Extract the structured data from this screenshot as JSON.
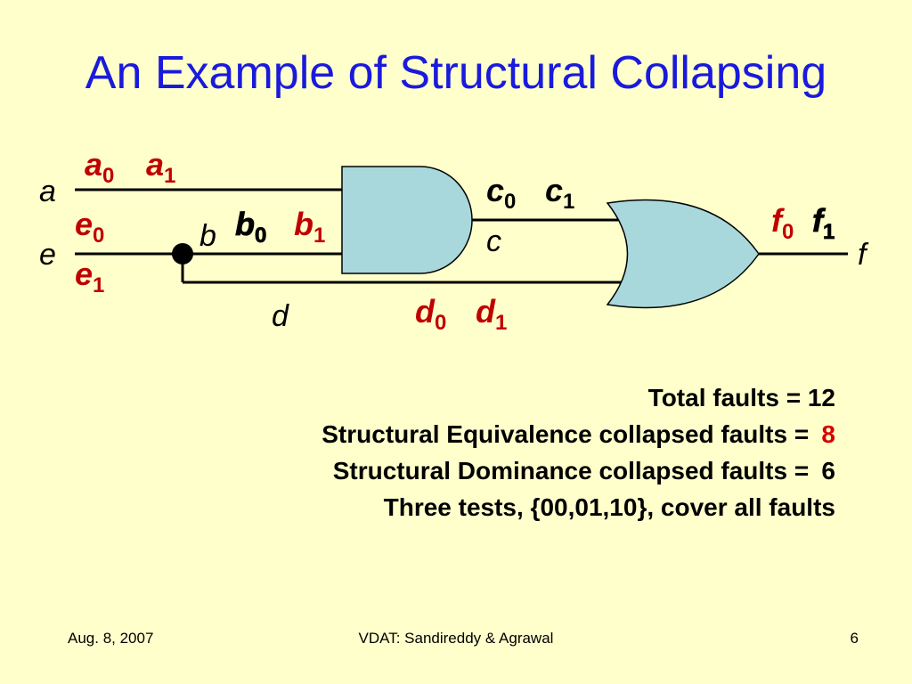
{
  "title": "An Example of Structural Collapsing",
  "colors": {
    "background": "#ffffcc",
    "title": "#1a1adc",
    "fault_red": "#c00000",
    "gate_fill": "#a8d8dc"
  },
  "signals": {
    "a": "a",
    "b": "b",
    "c": "c",
    "d": "d",
    "e": "e",
    "f": "f"
  },
  "faults": {
    "a0": {
      "base": "a",
      "sub": "0"
    },
    "a1": {
      "base": "a",
      "sub": "1"
    },
    "b0": {
      "base": "b",
      "sub": "0"
    },
    "b1": {
      "base": "b",
      "sub": "1"
    },
    "c0": {
      "base": "c",
      "sub": "0"
    },
    "c1": {
      "base": "c",
      "sub": "1"
    },
    "d0": {
      "base": "d",
      "sub": "0"
    },
    "d1": {
      "base": "d",
      "sub": "1"
    },
    "e0": {
      "base": "e",
      "sub": "0"
    },
    "e1": {
      "base": "e",
      "sub": "1"
    },
    "f0": {
      "base": "f",
      "sub": "0"
    },
    "f1": {
      "base": "f",
      "sub": "1"
    }
  },
  "stats": {
    "total": "Total faults = 12",
    "equivalence_label": "Structural Equivalence collapsed faults = ",
    "equivalence_value": "8",
    "dominance_label": "Structural Dominance collapsed faults = ",
    "dominance_value": "6",
    "tests": "Three tests, {00,01,10}, cover all faults"
  },
  "footer": {
    "date": "Aug. 8, 2007",
    "authors": "VDAT: Sandireddy & Agrawal",
    "page": "6"
  }
}
